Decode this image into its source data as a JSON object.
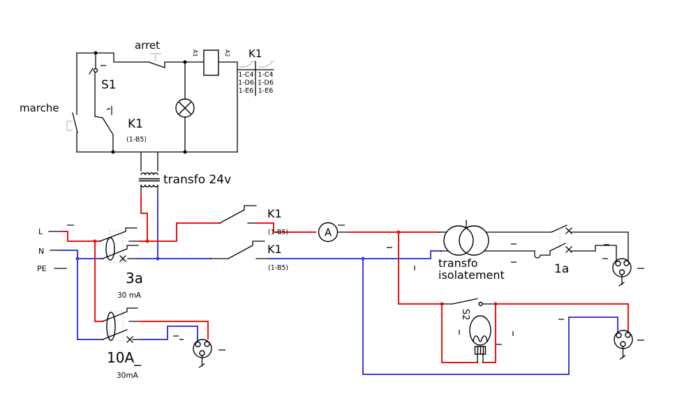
{
  "colors": {
    "live_wire": "#ee1111",
    "neutral_wire": "#3c3cdc",
    "actuator_gray": "#b8b8b8"
  },
  "supply": {
    "line_label": "L",
    "neutral_label": "N",
    "earth_label": "PE"
  },
  "control_circuit": {
    "stop_button_label": "arret",
    "start_button_label": "marche",
    "start_switch_label": "S1",
    "holding_contact_label": "K1",
    "holding_contact_ref": "(1-B5)",
    "coil_terminal_a1": "A1",
    "coil_terminal_a2": "A2"
  },
  "contact_table": {
    "title": "K1",
    "left_column": [
      "1-C4",
      "1-D6",
      "1-E6"
    ],
    "right_column": [
      "1-C4",
      "1-D6",
      "1-E6"
    ]
  },
  "transformer_24v": {
    "label": "transfo 24v"
  },
  "main_rcd": {
    "rating": "3a",
    "sensitivity": "30 mA"
  },
  "k1_live_contact": {
    "label": "K1",
    "ref": "(1-B5)"
  },
  "k1_neutral_contact": {
    "label": "K1",
    "ref": "(1-B5)"
  },
  "ammeter": {
    "label": "A"
  },
  "isolation_transformer": {
    "label_line1": "transfo",
    "label_line2": "isolatement"
  },
  "output_breaker": {
    "rating": "1a"
  },
  "socket_rcd": {
    "rating": "10A_",
    "sensitivity": "30mA"
  },
  "lamp_switch": {
    "label": "S2"
  }
}
